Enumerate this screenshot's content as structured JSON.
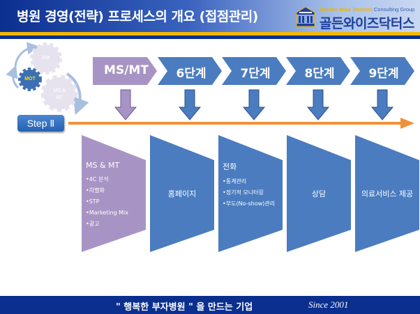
{
  "header": {
    "title": "병원 경영(전략) 프로세스의 개요 (접점관리)",
    "logo_en_part1": "Golden Wise Doctors",
    "logo_en_part2": " Consulting Group",
    "logo_ko": "골든와이즈닥터스"
  },
  "cycle": {
    "gears": [
      {
        "label": "RM",
        "active": false
      },
      {
        "label": "MOT",
        "active": true
      },
      {
        "label_line1": "MS &",
        "label_line2": "MT",
        "active": false
      }
    ]
  },
  "step_button": {
    "label": "Step Ⅱ"
  },
  "stages": [
    {
      "label": "MS/MT",
      "color": "#a894c4",
      "box": {
        "heading": "MS & MT",
        "bullets": [
          "4C 분석",
          "차별화",
          "STP",
          "Marketing Mix",
          "광고"
        ],
        "center_text": ""
      }
    },
    {
      "label": "6단계",
      "color": "#4a7cbf",
      "box": {
        "heading": "",
        "bullets": [],
        "center_text": "홈페이지"
      }
    },
    {
      "label": "7단계",
      "color": "#4a7cbf",
      "box": {
        "heading": "전화",
        "bullets": [
          "통계관리",
          "정기적 모니터링",
          "부도(No-show)관리"
        ],
        "center_text": ""
      }
    },
    {
      "label": "8단계",
      "color": "#4a7cbf",
      "box": {
        "heading": "",
        "bullets": [],
        "center_text": "상담"
      }
    },
    {
      "label": "9단계",
      "color": "#4a7cbf",
      "box": {
        "heading": "",
        "bullets": [],
        "center_text": "의료서비스 제공"
      }
    }
  ],
  "colors": {
    "navy": "#0b2f8f",
    "gold": "#f5b800",
    "stage_blue": "#4a7cbf",
    "stage_purple": "#a894c4",
    "timeline_orange": "#f0913a"
  },
  "footer": {
    "slogan": "\" 행복한 부자병원 \" 을 만드는 기업",
    "since": "Since 2001"
  }
}
